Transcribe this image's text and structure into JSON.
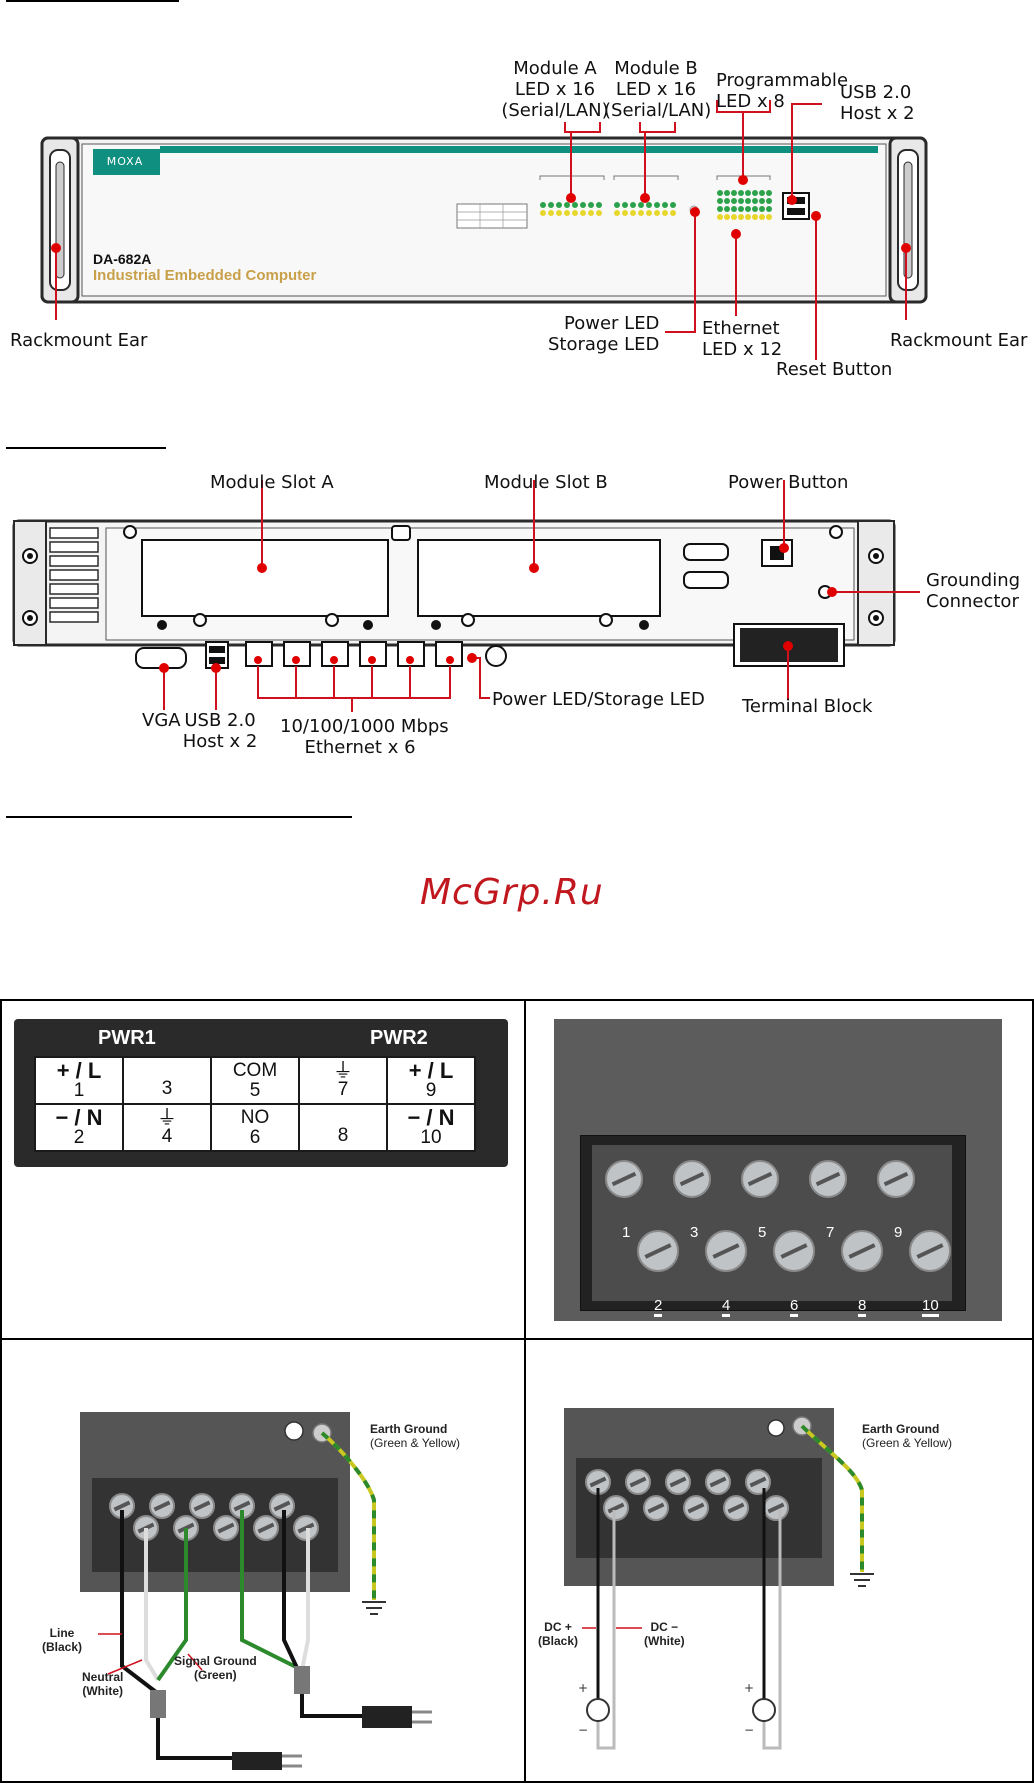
{
  "watermark": "McGrp.Ru",
  "front_panel": {
    "product_model": "DA-682A",
    "product_desc": "Industrial Embedded Computer",
    "brand": "MOXA",
    "callouts": {
      "module_a": [
        "Module A",
        "LED x 16",
        "(Serial/LAN)"
      ],
      "module_b": [
        "Module B",
        "LED x 16",
        "(Serial/LAN)"
      ],
      "programmable": [
        "Programmable",
        "LED x 8"
      ],
      "usb": [
        "USB 2.0",
        "Host x 2"
      ],
      "rackmount_left": "Rackmount Ear",
      "rackmount_right": "Rackmount Ear",
      "power_led": [
        "Power LED",
        "Storage LED"
      ],
      "ethernet": [
        "Ethernet",
        "LED x 12"
      ],
      "reset": "Reset Button"
    }
  },
  "rear_panel": {
    "callouts": {
      "slot_a": "Module Slot A",
      "slot_b": "Module Slot B",
      "power_button": "Power Button",
      "grounding": [
        "Grounding",
        "Connector"
      ],
      "vga": "VGA",
      "usb": [
        "USB 2.0",
        "Host x 2"
      ],
      "ethernet": [
        "10/100/1000 Mbps",
        "Ethernet x 6"
      ],
      "power_led": "Power LED/Storage LED",
      "terminal": "Terminal Block"
    }
  },
  "pwr_table": {
    "pwr1": "PWR1",
    "pwr2": "PWR2",
    "row1": [
      {
        "sym": "+ / L",
        "num": "1"
      },
      {
        "sym": "",
        "num": "3"
      },
      {
        "sym": "COM",
        "num": "5"
      },
      {
        "sym": "ground",
        "num": "7"
      },
      {
        "sym": "+ / L",
        "num": "9"
      }
    ],
    "row2": [
      {
        "sym": "− / N",
        "num": "2"
      },
      {
        "sym": "ground",
        "num": "4"
      },
      {
        "sym": "NO",
        "num": "6"
      },
      {
        "sym": "",
        "num": "8"
      },
      {
        "sym": "− / N",
        "num": "10"
      }
    ]
  },
  "terminal_photo": {
    "top_numbers": [
      "1",
      "3",
      "5",
      "7",
      "9"
    ],
    "bottom_numbers": [
      "2",
      "4",
      "6",
      "8",
      "10"
    ]
  },
  "ac_wiring": {
    "earth_ground": [
      "Earth Ground",
      "(Green & Yellow)"
    ],
    "line": [
      "Line",
      "(Black)"
    ],
    "neutral": [
      "Neutral",
      "(White)"
    ],
    "signal_ground": [
      "Signal Ground",
      "(Green)"
    ]
  },
  "dc_wiring": {
    "earth_ground": [
      "Earth Ground",
      "(Green & Yellow)"
    ],
    "dc_plus": [
      "DC +",
      "(Black)"
    ],
    "dc_minus": [
      "DC −",
      "(White)"
    ]
  },
  "colors": {
    "teal": "#0f8f7f",
    "callout_red": "#e00000",
    "callout_line": "#d0101c",
    "product_desc": "#c9a04a",
    "panel_dark": "#2a2a2a"
  }
}
